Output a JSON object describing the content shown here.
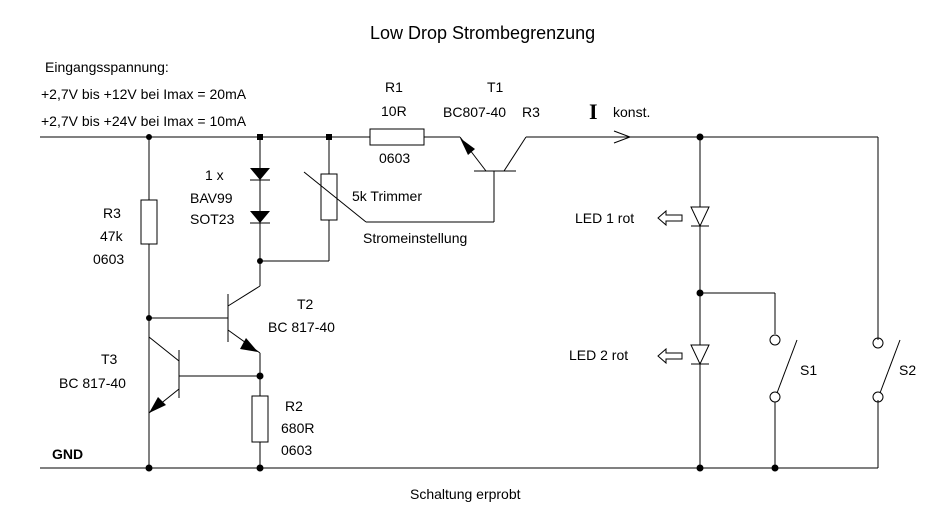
{
  "title": "Low Drop Strombegrenzung",
  "input": {
    "heading": "Eingangsspannung:",
    "line1": "+2,7V bis +12V bei Imax = 20mA",
    "line2": "+2,7V bis +24V bei Imax = 10mA"
  },
  "r1": {
    "name": "R1",
    "value": "10R",
    "package": "0603"
  },
  "t1": {
    "name": "T1",
    "type": "BC807-40",
    "note": "R3"
  },
  "current": {
    "symbol": "I",
    "suffix": "konst."
  },
  "diode": {
    "count": "1 x",
    "type": "BAV99",
    "package": "SOT23"
  },
  "trimmer": {
    "label": "5k  Trimmer",
    "caption": "Stromeinstellung"
  },
  "r3": {
    "name": "R3",
    "value": "47k",
    "package": "0603"
  },
  "t2": {
    "name": "T2",
    "type": "BC 817-40"
  },
  "t3": {
    "name": "T3",
    "type": "BC 817-40"
  },
  "r2": {
    "name": "R2",
    "value": "680R",
    "package": "0603"
  },
  "led1": {
    "label": "LED 1  rot"
  },
  "led2": {
    "label": "LED  2  rot"
  },
  "s1": {
    "name": "S1"
  },
  "s2": {
    "name": "S2"
  },
  "gnd": {
    "label": "GND"
  },
  "footer": "Schaltung erprobt"
}
